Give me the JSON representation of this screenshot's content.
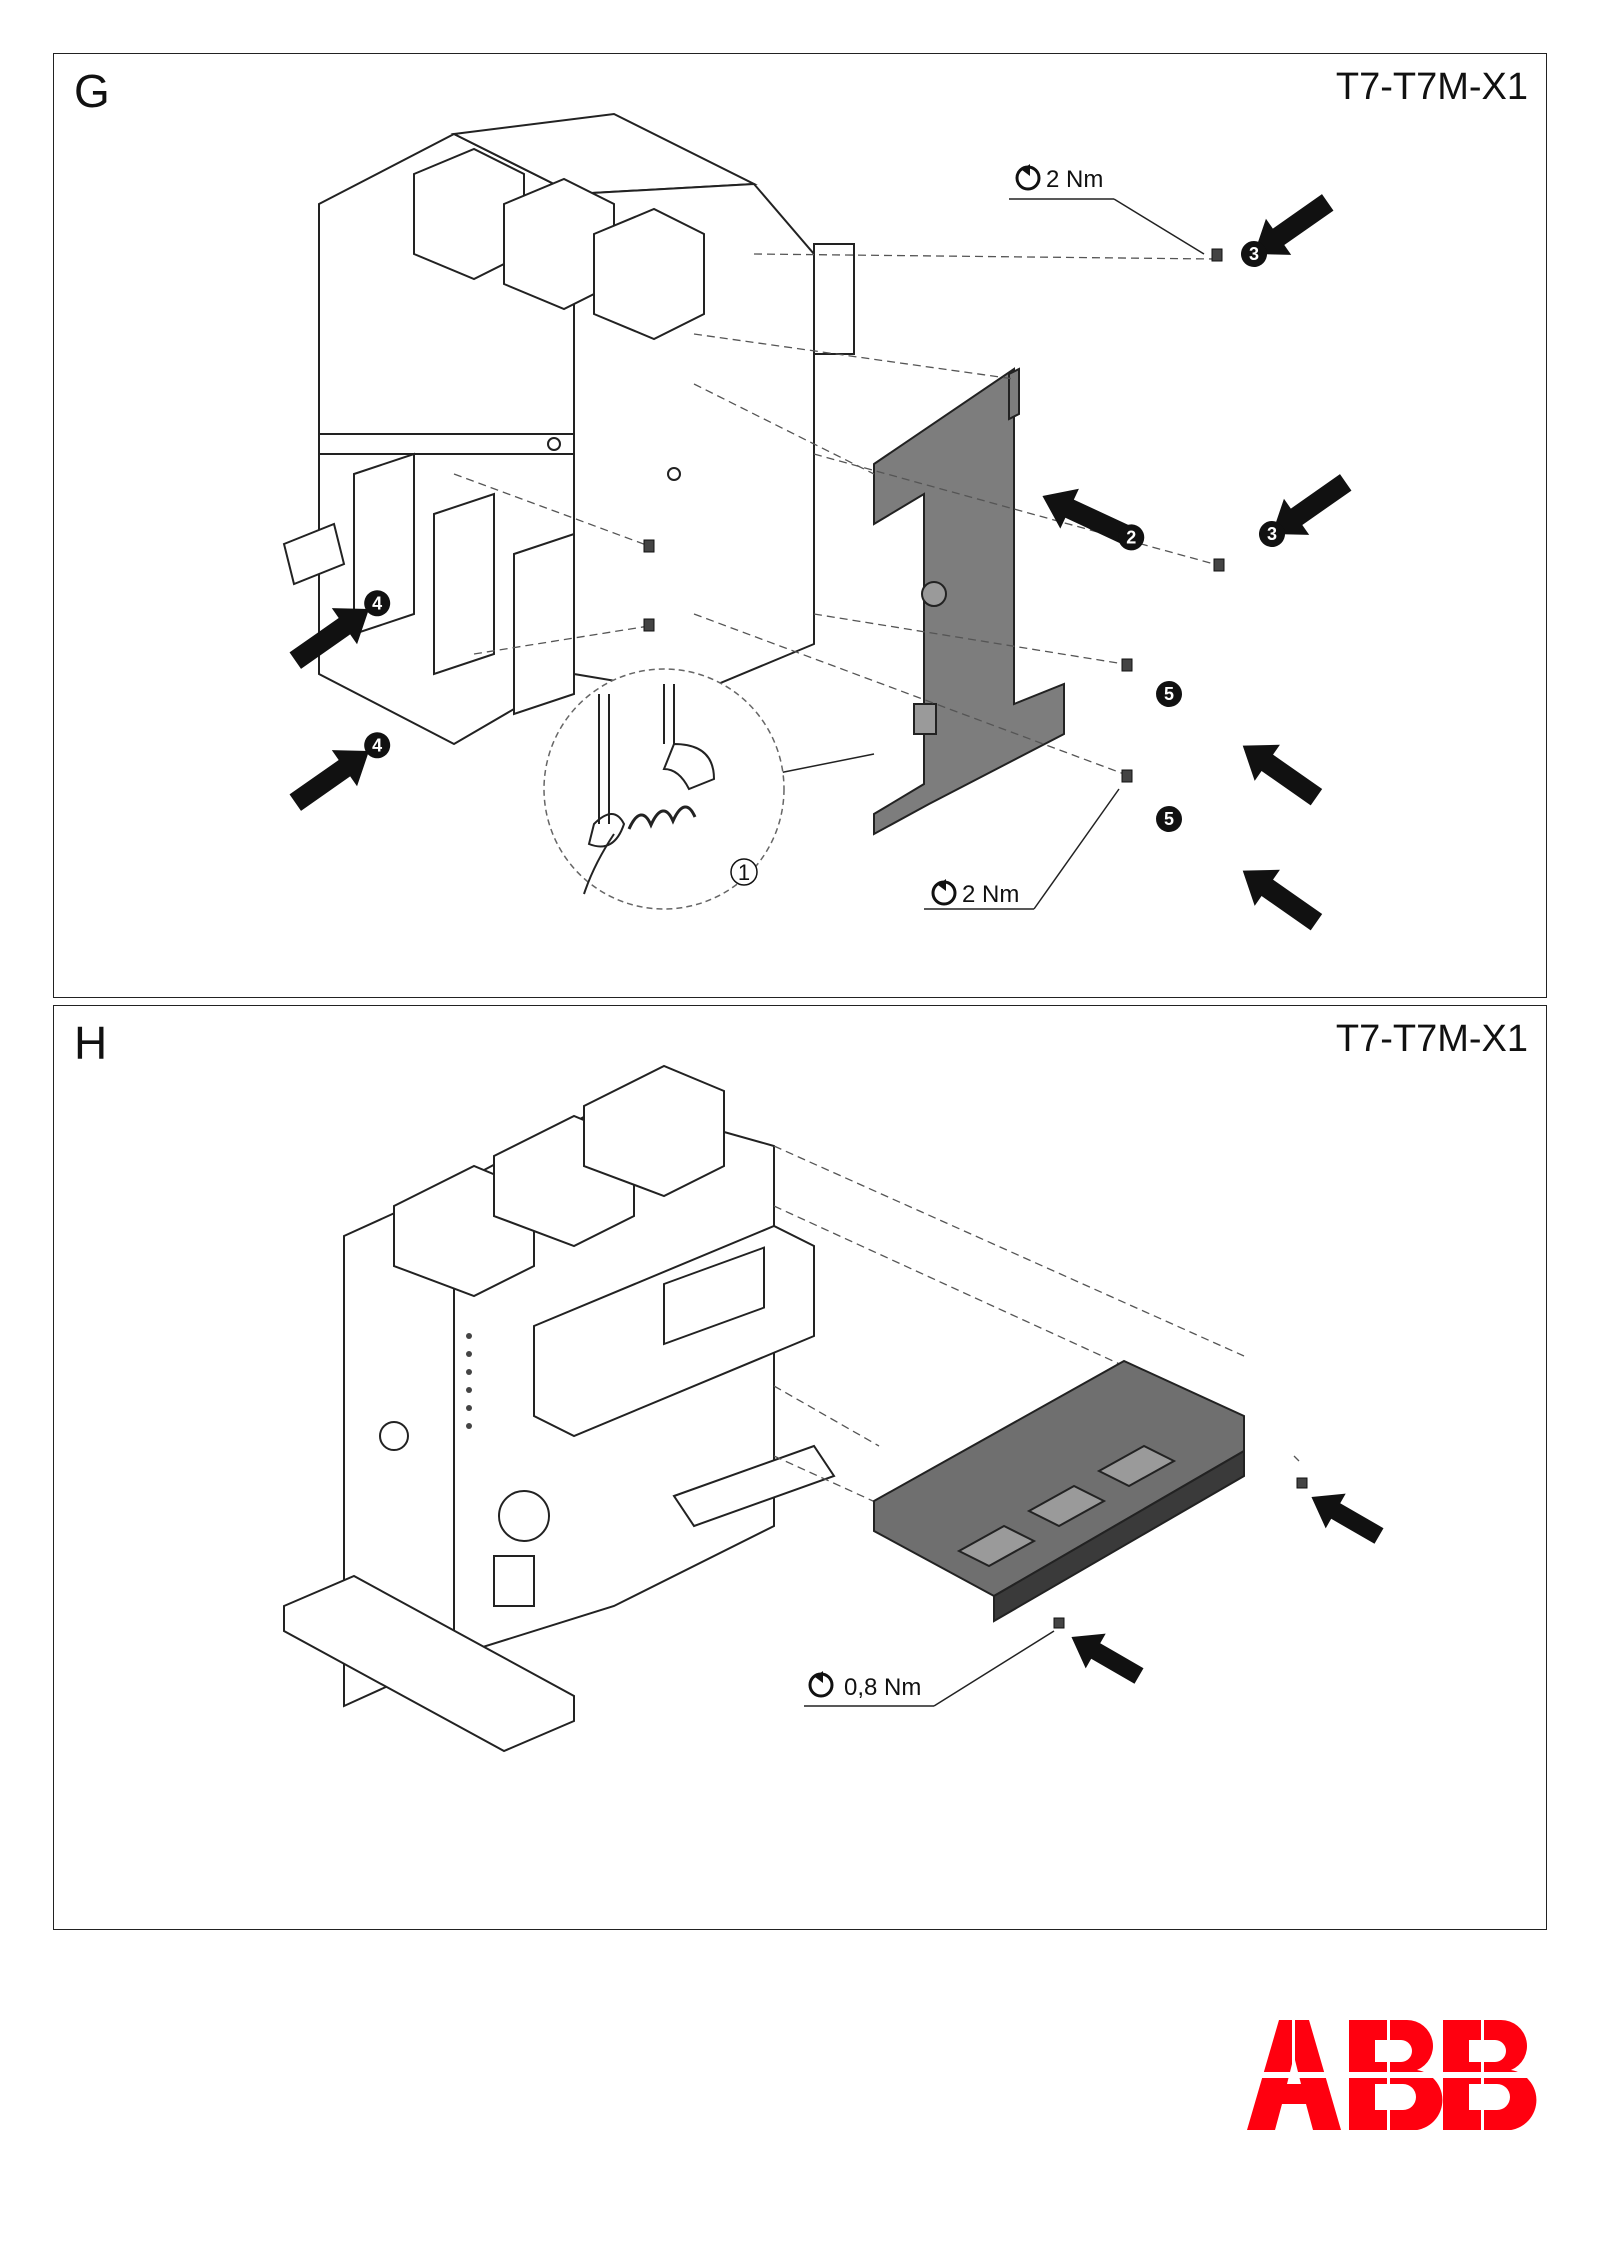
{
  "panels": [
    {
      "letter": "G",
      "model": "T7-T7M-X1",
      "torques": [
        "2 Nm",
        "2 Nm"
      ],
      "steps": {
        "s1": "1",
        "s2": "2",
        "s3": "3",
        "s4": "4",
        "s5": "5"
      }
    },
    {
      "letter": "H",
      "model": "T7-T7M-X1",
      "torques": [
        "0,8 Nm"
      ]
    }
  ],
  "logo": {
    "brand": "ABB",
    "color": "#ff000f"
  },
  "icons": {
    "torque": "torque-rotation-icon",
    "arrow": "step-arrow-icon"
  }
}
